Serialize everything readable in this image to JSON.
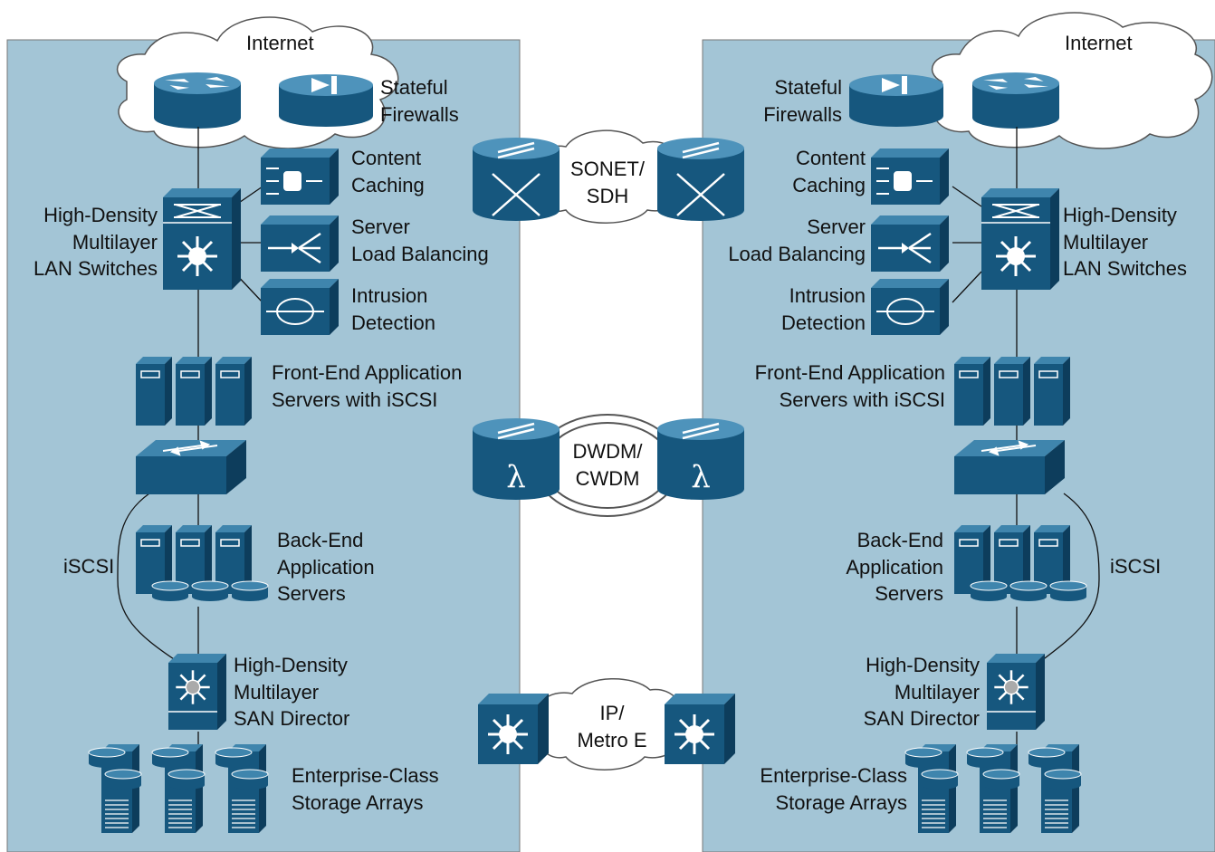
{
  "left_site": {
    "internet": "Internet",
    "firewalls": "Stateful\nFirewalls",
    "content_caching": "Content\nCaching",
    "load_balancing": "Server\nLoad Balancing",
    "intrusion": "Intrusion\nDetection",
    "lan_switches": "High-Density\nMultilayer\nLAN Switches",
    "frontend": "Front-End Application\nServers with iSCSI",
    "backend": "Back-End\nApplication\nServers",
    "iscsi": "iSCSI",
    "san_director": "High-Density\nMultilayer\nSAN Director",
    "storage": "Enterprise-Class\nStorage Arrays"
  },
  "right_site": {
    "internet": "Internet",
    "firewalls": "Stateful\nFirewalls",
    "content_caching": "Content\nCaching",
    "load_balancing": "Server\nLoad Balancing",
    "intrusion": "Intrusion\nDetection",
    "lan_switches": "High-Density\nMultilayer\nLAN Switches",
    "frontend": "Front-End Application\nServers with iSCSI",
    "backend": "Back-End\nApplication\nServers",
    "iscsi": "iSCSI",
    "san_director": "High-Density\nMultilayer\nSAN Director",
    "storage": "Enterprise-Class\nStorage Arrays"
  },
  "links": {
    "sonet": "SONET/\nSDH",
    "dwdm": "DWDM/\nCWDM",
    "ip_metro": "IP/\nMetro E",
    "lambda": "λ"
  },
  "colors": {
    "panel": "#a3c5d6",
    "device": "#16577e",
    "device_top": "#3f85ad",
    "device_side": "#0d3d5c",
    "cloud": "#ffffff",
    "line": "#111111"
  }
}
